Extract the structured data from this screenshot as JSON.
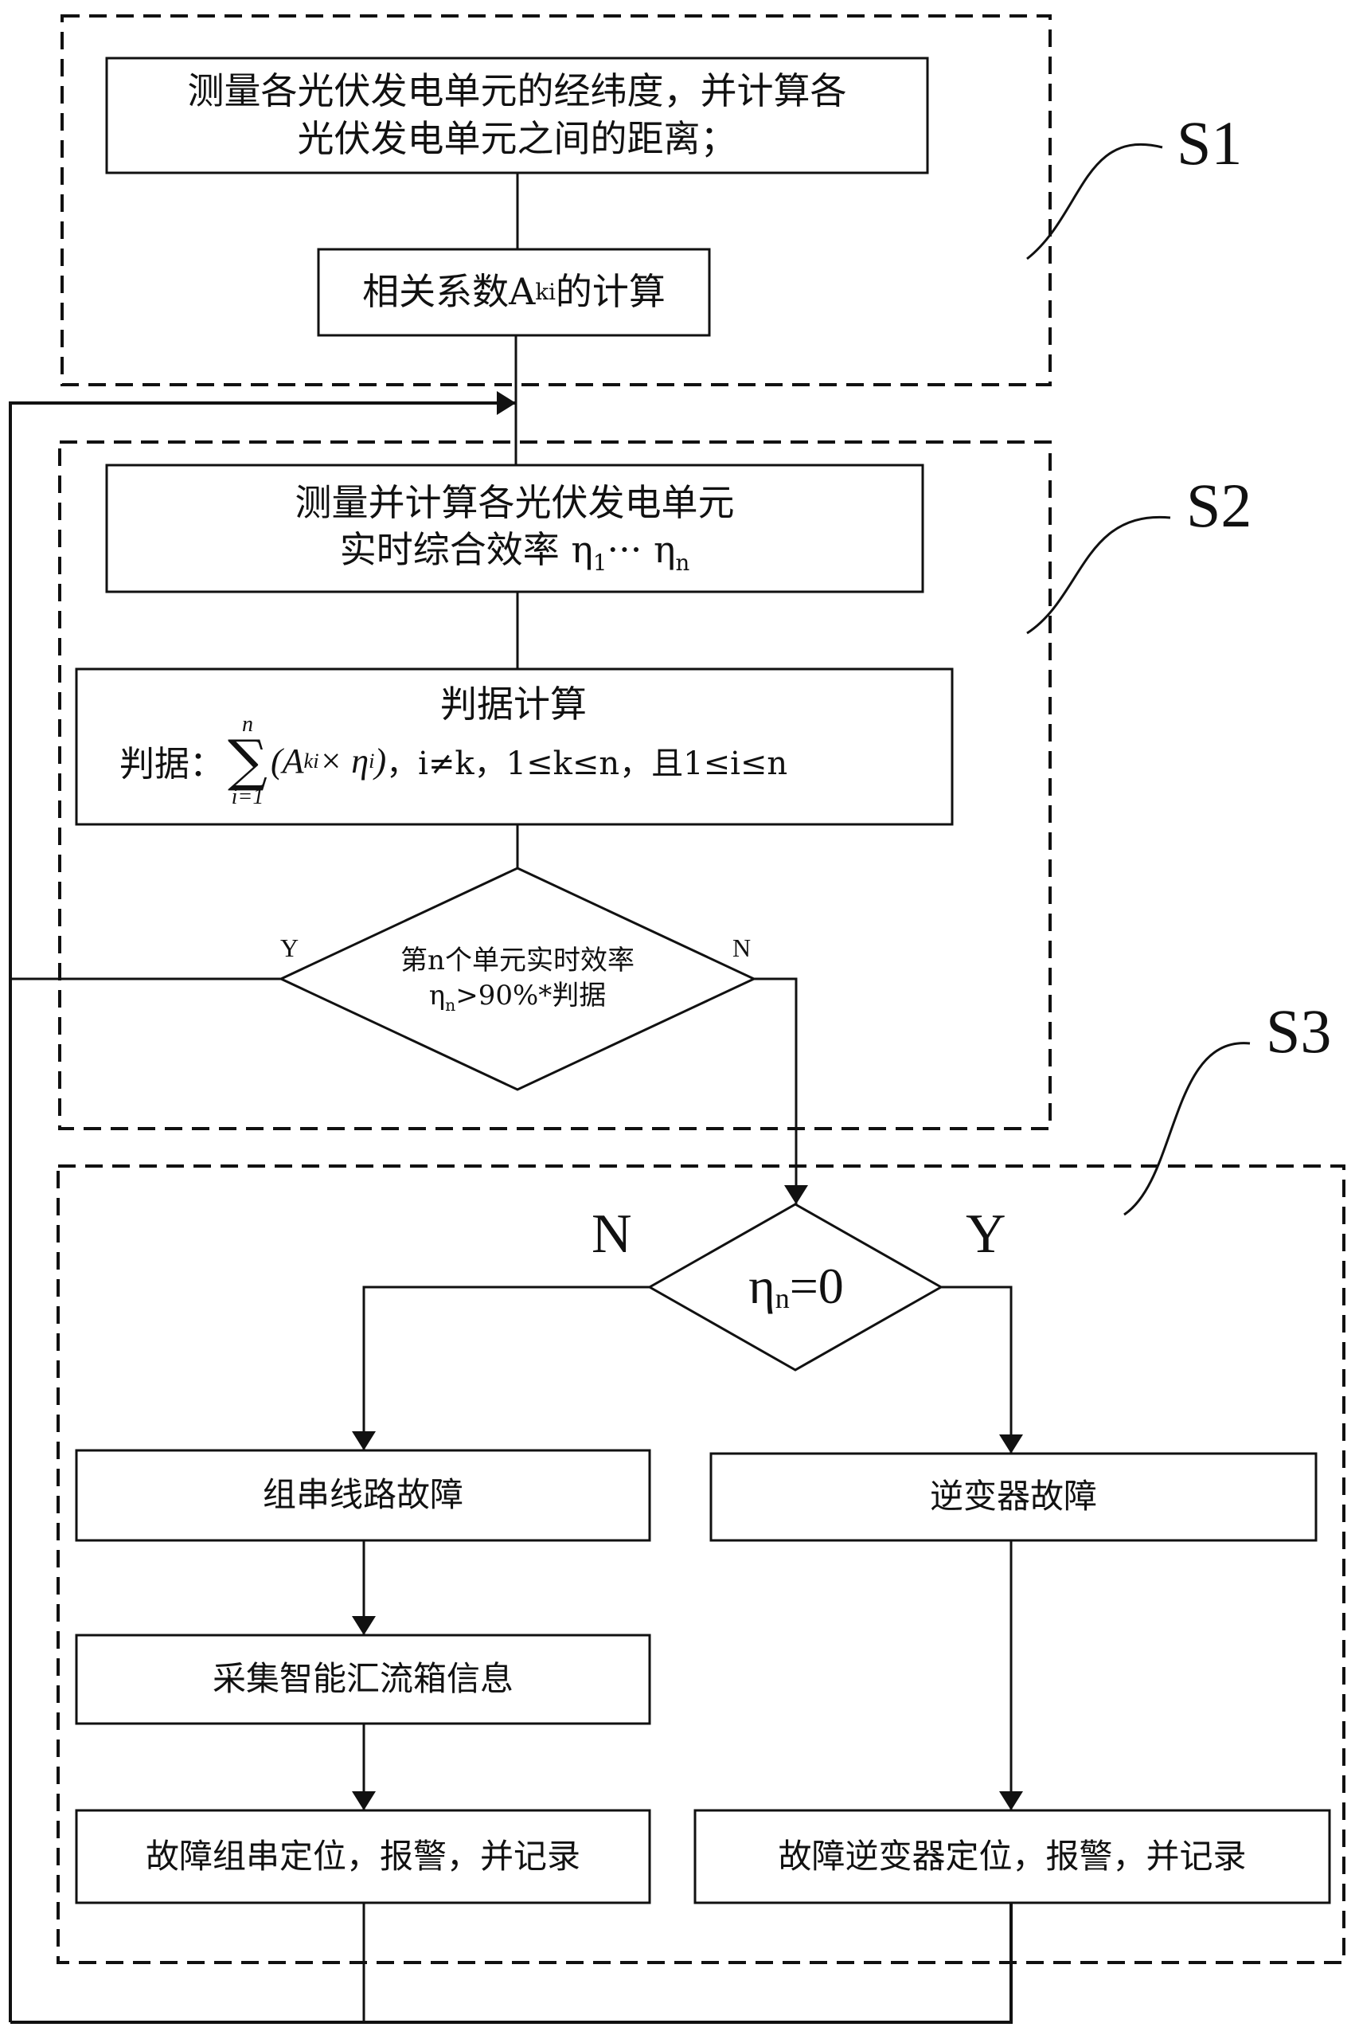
{
  "steps": {
    "s1": "S1",
    "s2": "S2",
    "s3": "S3"
  },
  "s1": {
    "box1_line1": "测量各光伏发电单元的经纬度，并计算各",
    "box1_line2": "光伏发电单元之间的距离；",
    "box2_prefix": "相关系数A",
    "box2_sub": "ki",
    "box2_suffix": "的计算"
  },
  "s2": {
    "box3_line1": "测量并计算各光伏发电单元",
    "box3_line2_prefix": "实时综合效率 η",
    "box3_sub1": "1",
    "box3_mid": "··· η",
    "box3_subn": "n",
    "box4_title": "判据计算",
    "box4_label": "判据：",
    "sum_upper": "n",
    "sum_lower": "i=1",
    "formula_term": "(A",
    "formula_term_sub": "ki",
    "formula_times": " × η",
    "formula_eta_sub": "i",
    "formula_close": ")",
    "formula_conditions": "，i≠k，1≤k≤n，且1≤i≤n",
    "decision_line1": "第n个单元实时效率",
    "decision_line2_prefix": "η",
    "decision_line2_sub": "n",
    "decision_line2_suffix": ">90%*判据",
    "yes_label": "Y",
    "no_label": "N"
  },
  "s3": {
    "decision_prefix": "η",
    "decision_sub": "n",
    "decision_suffix": "=0",
    "no_label": "N",
    "yes_label": "Y",
    "left_box1": "组串线路故障",
    "left_box2": "采集智能汇流箱信息",
    "left_box3": "故障组串定位，报警，并记录",
    "right_box1": "逆变器故障",
    "right_box2": "故障逆变器定位，报警，并记录"
  }
}
